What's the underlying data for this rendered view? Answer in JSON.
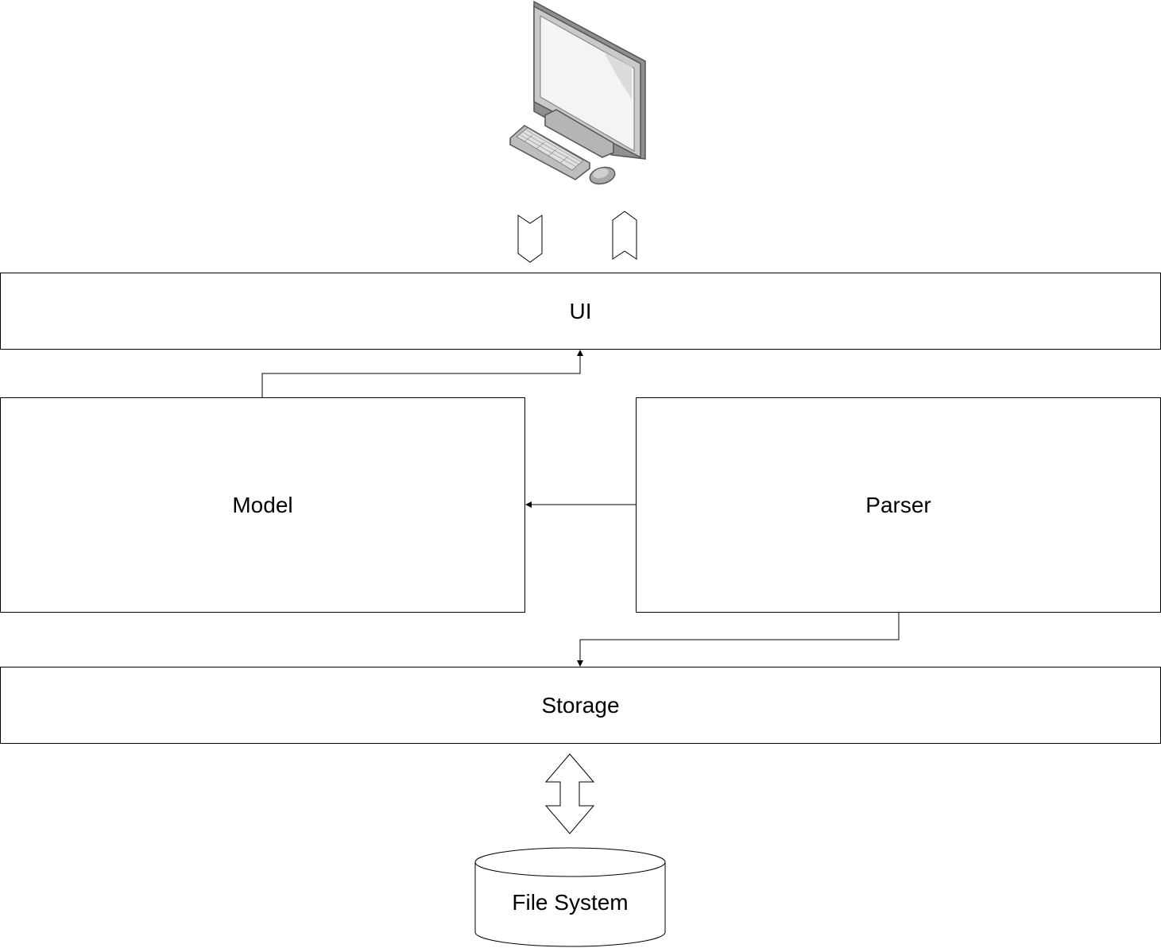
{
  "diagram": {
    "nodes": {
      "ui": "UI",
      "model": "Model",
      "parser": "Parser",
      "storage": "Storage",
      "file_system": "File System"
    },
    "icons": {
      "user_terminal": "desktop-computer-icon"
    },
    "edges": [
      {
        "from": "model",
        "to": "ui"
      },
      {
        "from": "parser",
        "to": "model"
      },
      {
        "from": "parser",
        "to": "storage"
      },
      {
        "from": "storage",
        "to": "file_system",
        "bidirectional": true
      },
      {
        "from": "user_terminal",
        "to": "ui"
      },
      {
        "from": "ui",
        "to": "user_terminal"
      }
    ]
  }
}
